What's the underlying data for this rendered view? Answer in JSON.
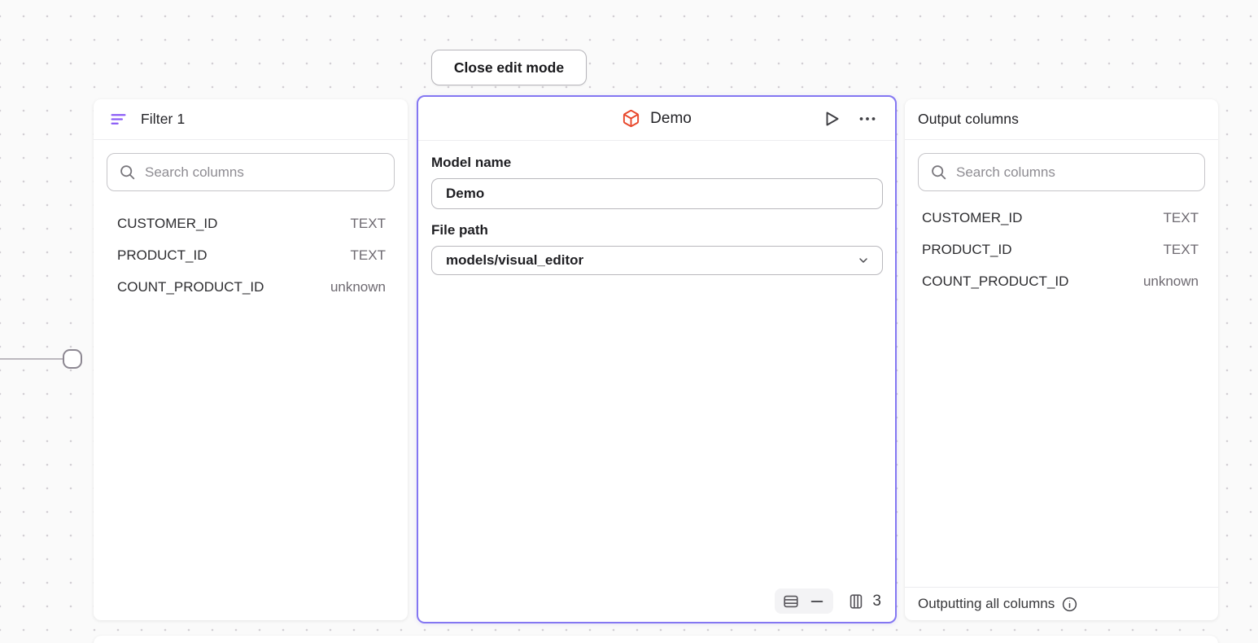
{
  "canvas": {
    "close_button_label": "Close edit mode"
  },
  "colors": {
    "selected_node_border": "#8477f2",
    "filter_icon_purple": "#8b5cf6",
    "cube_icon_orange": "#e8472b",
    "canvas_background": "#fafafa",
    "grid_dot": "#d2cfd4"
  },
  "filter_panel": {
    "title": "Filter 1",
    "search_placeholder": "Search columns",
    "columns": [
      {
        "name": "CUSTOMER_ID",
        "type": "TEXT"
      },
      {
        "name": "PRODUCT_ID",
        "type": "TEXT"
      },
      {
        "name": "COUNT_PRODUCT_ID",
        "type": "unknown"
      }
    ]
  },
  "model_panel": {
    "title": "Demo",
    "model_name_label": "Model name",
    "model_name_value": "Demo",
    "file_path_label": "File path",
    "file_path_value": "models/visual_editor",
    "output_column_count": "3"
  },
  "output_panel": {
    "title": "Output columns",
    "search_placeholder": "Search columns",
    "columns": [
      {
        "name": "CUSTOMER_ID",
        "type": "TEXT"
      },
      {
        "name": "PRODUCT_ID",
        "type": "TEXT"
      },
      {
        "name": "COUNT_PRODUCT_ID",
        "type": "unknown"
      }
    ],
    "footer_text": "Outputting all columns"
  }
}
